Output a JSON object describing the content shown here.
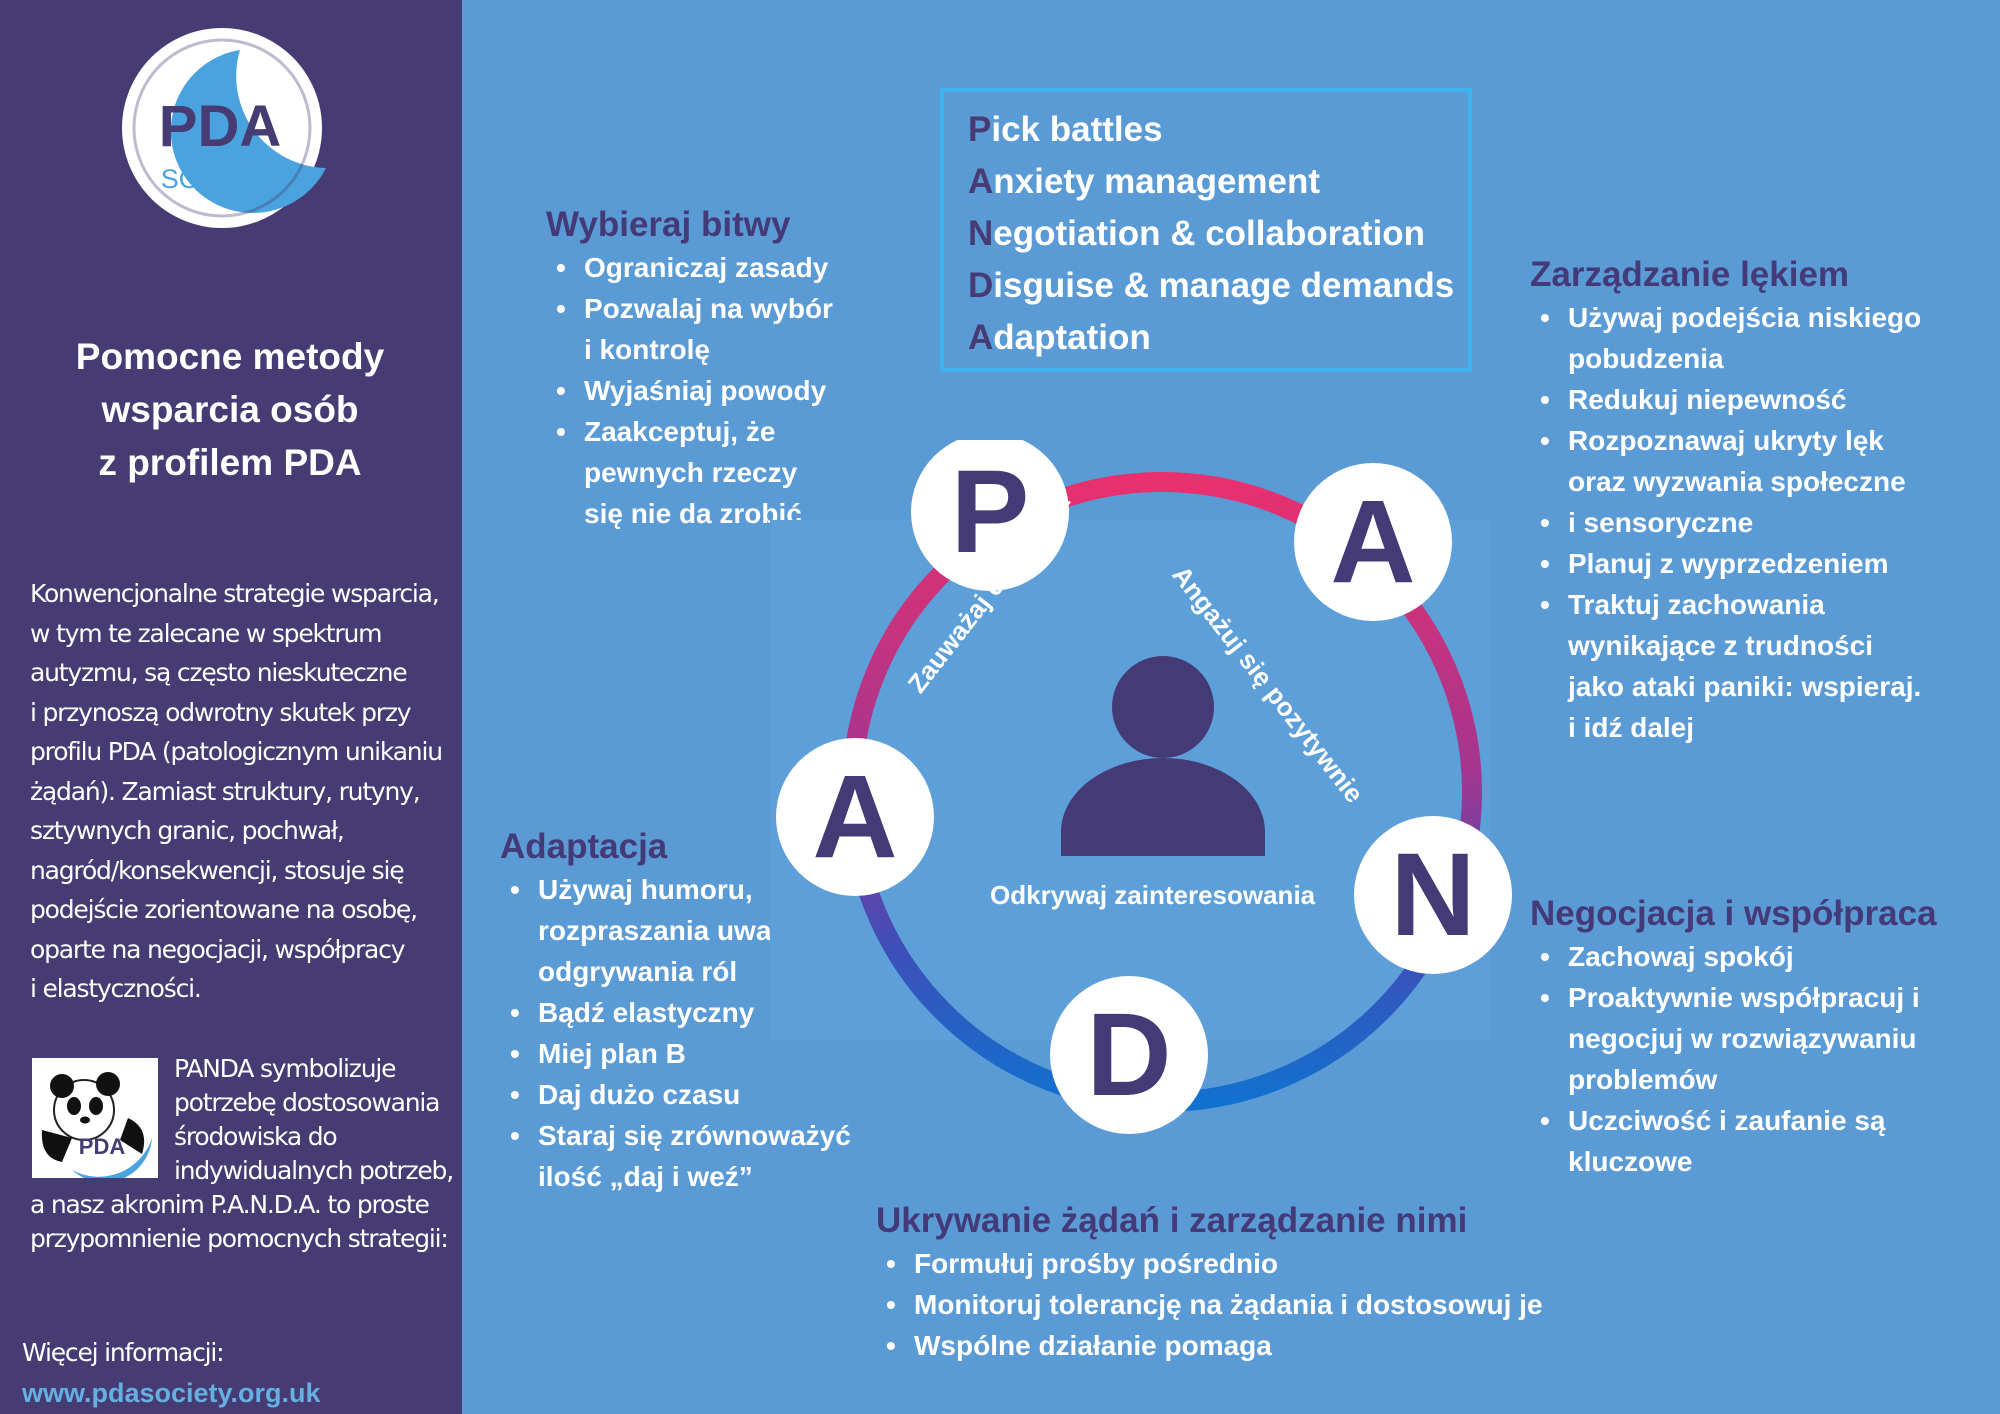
{
  "colors": {
    "sidebar_bg": "#473b74",
    "main_bg": "#5a9ad5",
    "heading": "#443a78",
    "accent_box": "#3db4ef",
    "link": "#65b0e2",
    "ring_gradient": [
      "#e8306e",
      "#a7358d",
      "#3e4eb8",
      "#1171cf"
    ]
  },
  "sidebar": {
    "logo": {
      "main": "PDA",
      "sub": "SOCIETY"
    },
    "title_lines": [
      "Pomocne metody",
      "wsparcia osób",
      "z profilem PDA"
    ],
    "paragraph_lines": [
      "Konwencjonalne strategie wsparcia,",
      "w tym te zalecane w spektrum",
      "autyzmu, są często nieskuteczne",
      "i przynoszą odwrotny skutek przy",
      "profilu PDA (patologicznym unikaniu",
      "żądań). Zamiast struktury, rutyny,",
      "sztywnych granic, pochwał,",
      "nagród/konsekwencji, stosuje się",
      "podejście zorientowane na osobę,",
      "oparte na negocjacji, współpracy",
      "i elastyczności."
    ],
    "panda_logo_text": "PDA",
    "panda_lines": [
      "PANDA symbolizuje",
      "potrzebę dostosowania",
      "środowiska do",
      "indywidualnych  potrzeb,",
      "a nasz akronim P.A.N.D.A. to proste",
      "przypomnienie pomocnych strategii:"
    ],
    "more_info": "Więcej informacji:",
    "url": "www.pdasociety.org.uk"
  },
  "acronym": [
    {
      "first": "P",
      "rest": "ick battles"
    },
    {
      "first": "A",
      "rest": "nxiety management"
    },
    {
      "first": "N",
      "rest": "egotiation & collaboration"
    },
    {
      "first": "D",
      "rest": "isguise & manage demands"
    },
    {
      "first": "A",
      "rest": "daptation"
    }
  ],
  "sections": {
    "pick": {
      "title": "Wybieraj bitwy",
      "items": [
        {
          "text": "Ograniczaj zasady",
          "bullet": true
        },
        {
          "text": "Pozwalaj na wybór",
          "bullet": true
        },
        {
          "text": "i kontrolę",
          "bullet": false
        },
        {
          "text": "Wyjaśniaj powody",
          "bullet": true
        },
        {
          "text": "Zaakceptuj, że",
          "bullet": true
        },
        {
          "text": "pewnych rzeczy",
          "bullet": false
        },
        {
          "text": "się nie da zrobić",
          "bullet": false
        }
      ]
    },
    "anxiety": {
      "title": "Zarządzanie lękiem",
      "items": [
        {
          "text": "Używaj podejścia niskiego",
          "bullet": true
        },
        {
          "text": "pobudzenia",
          "bullet": false
        },
        {
          "text": "Redukuj niepewność",
          "bullet": true
        },
        {
          "text": "Rozpoznawaj ukryty lęk",
          "bullet": true
        },
        {
          "text": "oraz wyzwania społeczne",
          "bullet": false
        },
        {
          "text": "i sensoryczne",
          "bullet": true
        },
        {
          "text": "Planuj z wyprzedzeniem",
          "bullet": true
        },
        {
          "text": "Traktuj zachowania",
          "bullet": true
        },
        {
          "text": "wynikające z trudności",
          "bullet": false
        },
        {
          "text": "jako ataki paniki: wspieraj.",
          "bullet": false
        },
        {
          "text": "i idź dalej",
          "bullet": false
        }
      ]
    },
    "adapt": {
      "title": "Adaptacja",
      "items": [
        {
          "text": "Używaj humoru,",
          "bullet": true
        },
        {
          "text": "rozpraszania uwagi,",
          "bullet": false
        },
        {
          "text": "odgrywania ról",
          "bullet": false
        },
        {
          "text": "Bądź elastyczny",
          "bullet": true
        },
        {
          "text": "Miej plan B",
          "bullet": true
        },
        {
          "text": "Daj dużo czasu",
          "bullet": true
        },
        {
          "text": "Staraj się zrównoważyć",
          "bullet": true
        },
        {
          "text": "ilość „daj i weź”",
          "bullet": false
        }
      ]
    },
    "negotiation": {
      "title": "Negocjacja i współpraca",
      "items": [
        {
          "text": "Zachowaj spokój",
          "bullet": true
        },
        {
          "text": "Proaktywnie współpracuj i",
          "bullet": true
        },
        {
          "text": "negocjuj w rozwiązywaniu",
          "bullet": false
        },
        {
          "text": "problemów",
          "bullet": false
        },
        {
          "text": "Uczciwość i zaufanie są",
          "bullet": true
        },
        {
          "text": "kluczowe",
          "bullet": false
        }
      ]
    },
    "disguise": {
      "title": "Ukrywanie żądań i zarządzanie nimi",
      "items": [
        {
          "text": "Formułuj prośby pośrednio",
          "bullet": true
        },
        {
          "text": "Monitoruj tolerancję na żądania i dostosowuj je",
          "bullet": true
        },
        {
          "text": "Wspólne działanie pomaga",
          "bullet": true
        }
      ]
    }
  },
  "diagram": {
    "letters": {
      "p": "P",
      "a1": "A",
      "n": "N",
      "d": "D",
      "a2": "A"
    },
    "label_left": "Zauważaj człowieka",
    "label_right": "Angażuj się pozytywnie",
    "label_bottom": "Odkrywaj zainteresowania"
  }
}
